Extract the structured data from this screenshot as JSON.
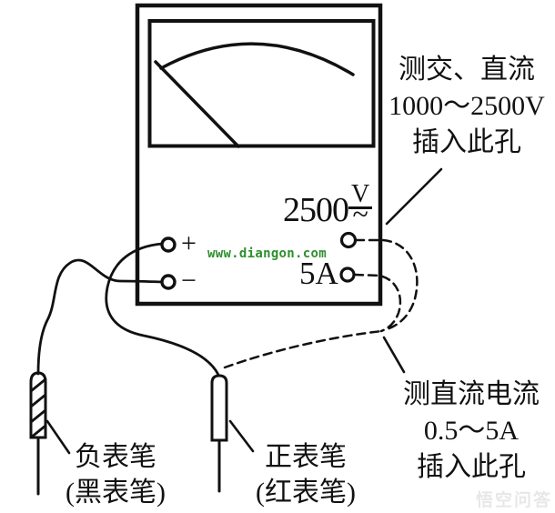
{
  "diagram": {
    "meter": {
      "plus_label": "+",
      "minus_label": "−",
      "hv_range": {
        "value": "2500",
        "unit_top": "V",
        "unit_bottom": "~"
      },
      "current_range_label": "5A"
    },
    "callouts": {
      "hv_jack": {
        "lines": [
          "测交、直流",
          "1000～2500V",
          "插入此孔"
        ]
      },
      "current_jack": {
        "lines": [
          "测直流电流",
          "0.5～5A",
          "插入此孔"
        ]
      },
      "black_probe": {
        "lines": [
          "负表笔",
          "(黑表笔)"
        ]
      },
      "red_probe": {
        "lines": [
          "正表笔",
          "(红表笔)"
        ]
      }
    },
    "watermarks": {
      "site": "www.diangon.com",
      "corner": "悟空问答"
    },
    "colors": {
      "line": "#111111",
      "site_watermark": "#2e8f2e"
    }
  }
}
